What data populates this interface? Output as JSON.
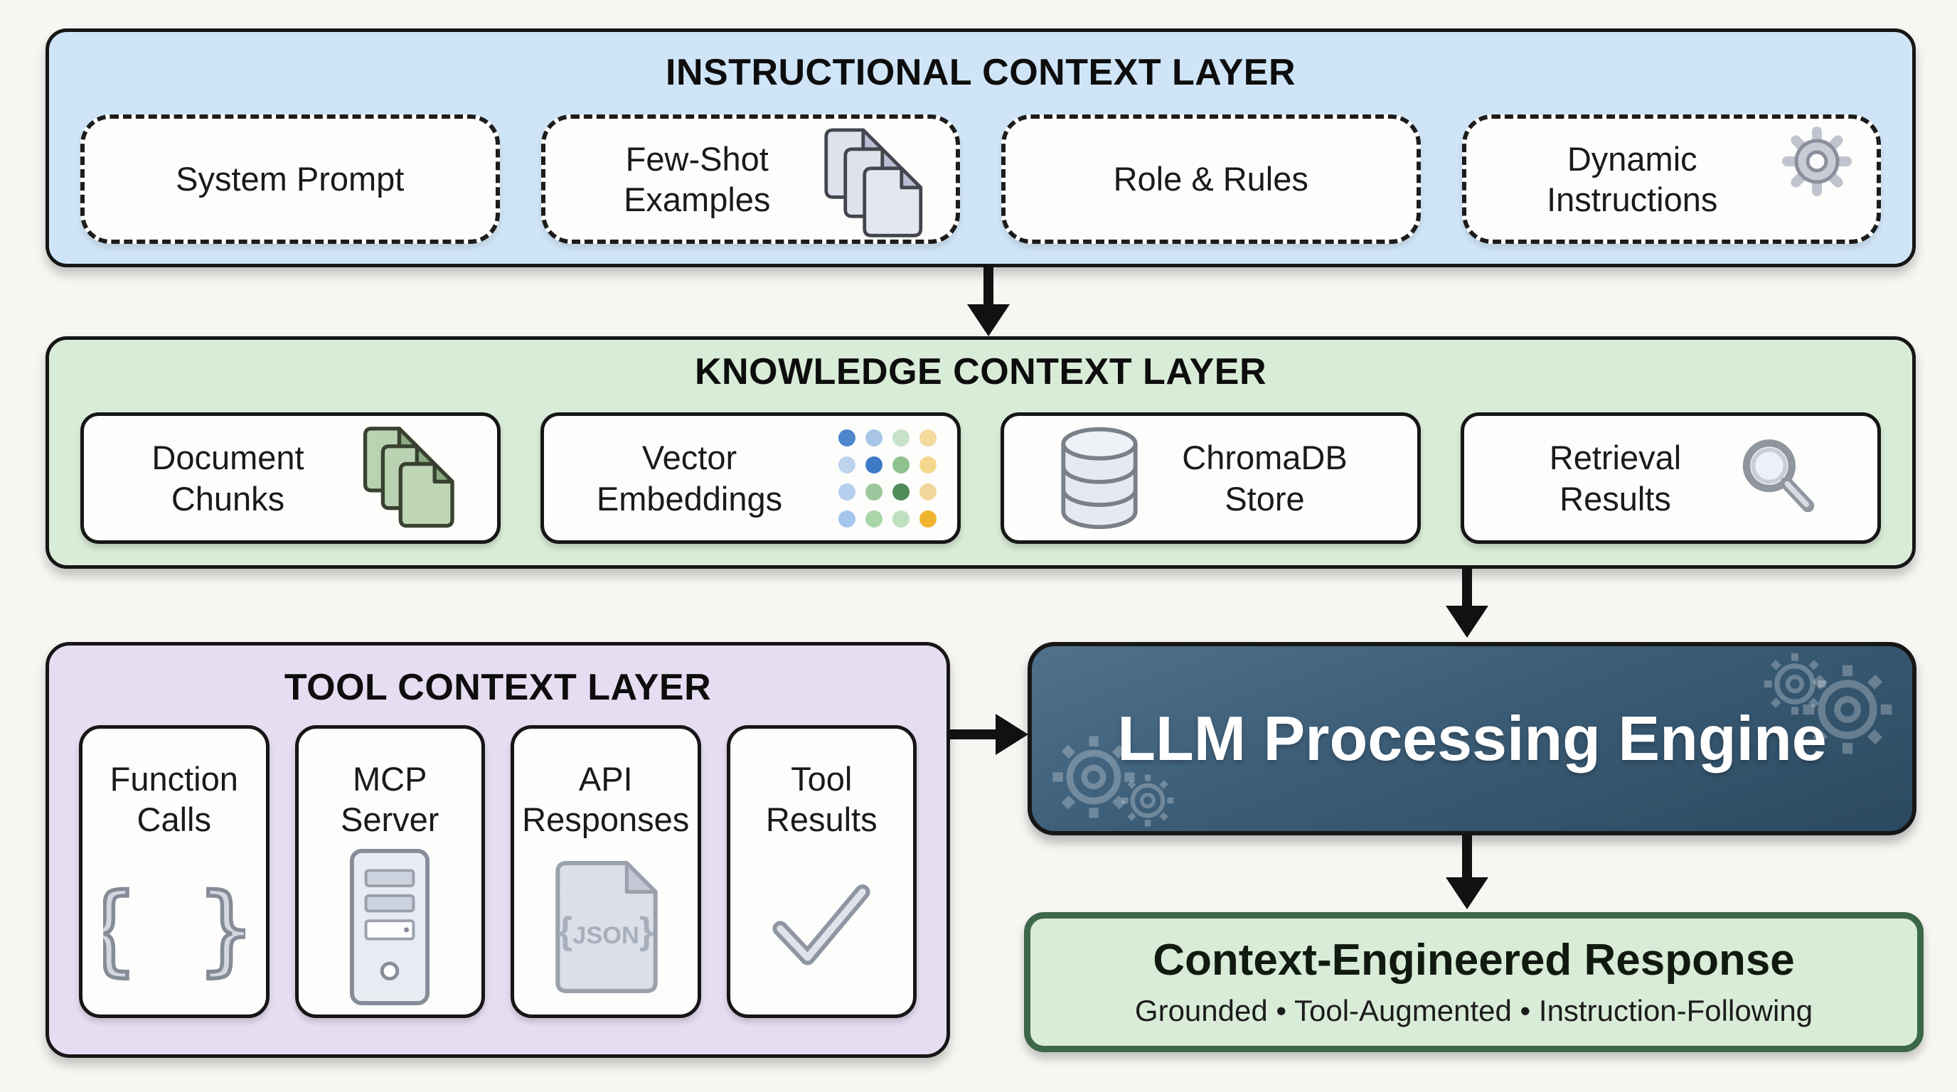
{
  "layers": {
    "instructional": {
      "title": "INSTRUCTIONAL CONTEXT LAYER",
      "bg": "#cfe5f7",
      "items": [
        {
          "label": "System Prompt"
        },
        {
          "label": "Few-Shot Examples",
          "icon": "documents-stack-icon"
        },
        {
          "label": "Role & Rules"
        },
        {
          "label": "Dynamic Instructions",
          "icon": "gear-icon"
        }
      ]
    },
    "knowledge": {
      "title": "KNOWLEDGE CONTEXT LAYER",
      "bg": "#d9ecd7",
      "items": [
        {
          "label": "Document Chunks",
          "icon": "document-chunks-icon"
        },
        {
          "label": "Vector Embeddings",
          "icon": "embedding-dots-icon"
        },
        {
          "label": "ChromaDB Store",
          "icon": "database-icon"
        },
        {
          "label": "Retrieval Results",
          "icon": "magnifier-icon"
        }
      ],
      "embedding_dot_colors": [
        "#4e86cc",
        "#a9c6e8",
        "#c8e2ca",
        "#f3d99c",
        "#bcd4ee",
        "#3f7ac6",
        "#8fc08f",
        "#f4d88e",
        "#b7cfee",
        "#9cc79c",
        "#4f8b56",
        "#f2d79a",
        "#a5c6ec",
        "#a9d6a9",
        "#bfe0bf",
        "#f0b42c"
      ]
    },
    "tool": {
      "title": "TOOL CONTEXT LAYER",
      "bg": "#e7ddf2",
      "items": [
        {
          "label": "Function Calls",
          "icon": "curly-braces-icon"
        },
        {
          "label": "MCP Server",
          "icon": "server-icon"
        },
        {
          "label": "API Responses",
          "icon": "json-file-icon",
          "icon_text": "JSON"
        },
        {
          "label": "Tool Results",
          "icon": "checkmark-icon"
        }
      ]
    }
  },
  "engine": {
    "title": "LLM Processing Engine",
    "bg_gradient_from": "#50718c",
    "bg_gradient_to": "#2b4a61",
    "decoration": "gear-icons"
  },
  "response": {
    "title": "Context-Engineered Response",
    "subtitle": "Grounded • Tool-Augmented • Instruction-Following",
    "bg": "#d8ecd8",
    "border_color": "#3c6849"
  },
  "icon_braces_glyph": "{ }"
}
